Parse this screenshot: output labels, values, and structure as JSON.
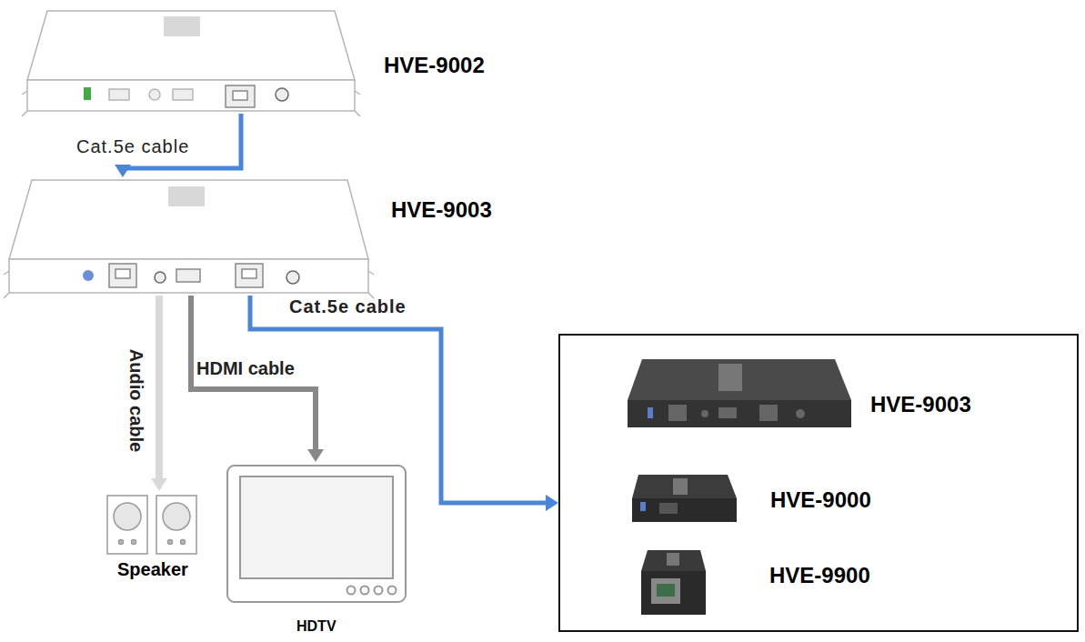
{
  "diagram": {
    "nodes": [
      {
        "text": [
          "HVE-9002"
        ]
      },
      {
        "text": [
          "HVE-9003"
        ]
      },
      {
        "text": [
          "Speaker"
        ]
      },
      {
        "text": [
          "HDTV"
        ]
      },
      {
        "text": []
      },
      {
        "text": [
          "HVE-9003"
        ],
        "in": 4
      },
      {
        "text": [
          "HVE-9000"
        ],
        "in": 4
      },
      {
        "text": [
          "HVE-9900"
        ],
        "in": 4
      }
    ],
    "edges": [
      {
        "from": 0,
        "to": 1,
        "label": "Cat.5e cable",
        "arrow": "to"
      },
      {
        "from": 1,
        "to": 2,
        "label": "Audio cable",
        "arrow": "to"
      },
      {
        "from": 1,
        "to": 3,
        "label": "HDMI cable",
        "arrow": "to"
      },
      {
        "from": 1,
        "to": 4,
        "label": "Cat.5e cable",
        "arrow": "to"
      }
    ]
  }
}
